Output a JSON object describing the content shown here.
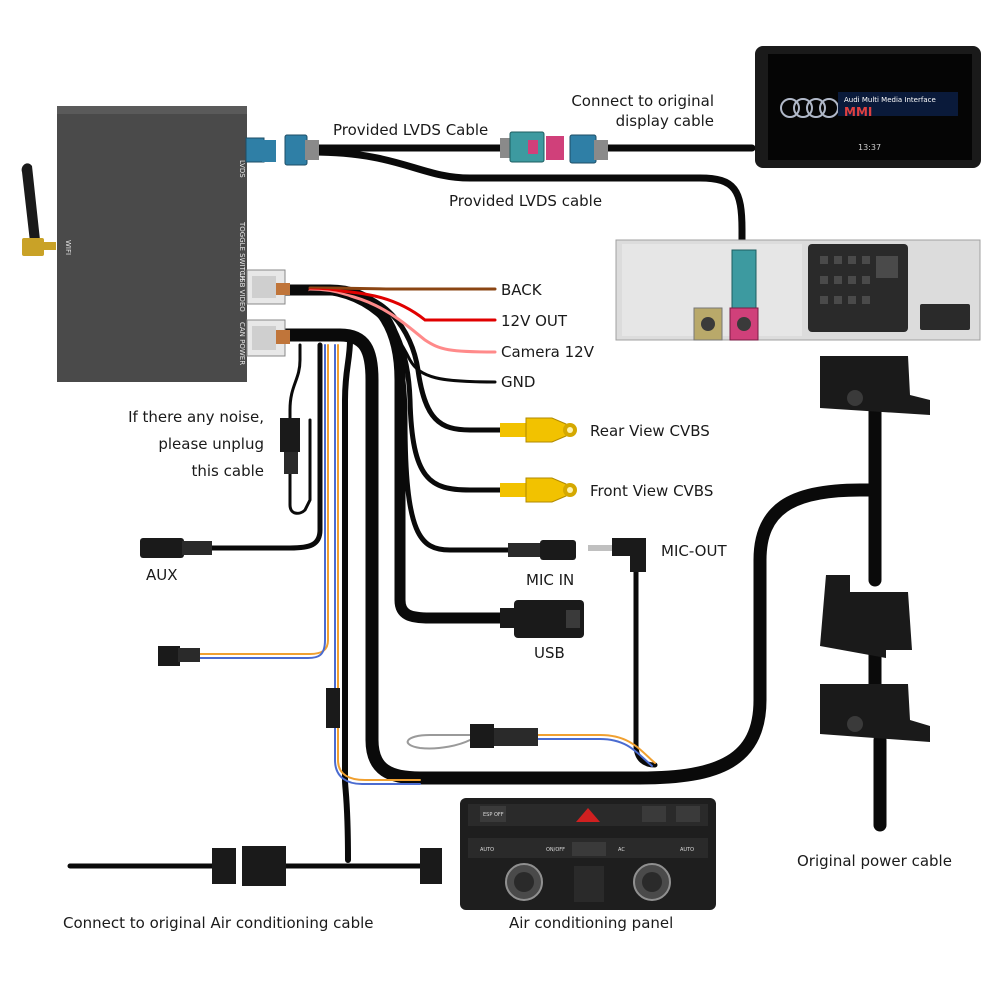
{
  "box": {
    "port_lvds": "LVDS",
    "port_toggle": "TOGGLE SWITCH",
    "port_usb_video": "USB VIDEO",
    "port_can_power": "CAN POWER",
    "port_wifi": "WIFI"
  },
  "screen": {
    "brand_line": "Audi Multi Media Interface",
    "logo_text": "MMI",
    "clock": "13:37"
  },
  "labels": {
    "provided_lvds_cable_1": "Provided LVDS Cable",
    "connect_original_display_line1": "Connect to original",
    "connect_original_display_line2": "display cable",
    "provided_lvds_cable_2": "Provided LVDS cable",
    "back": "BACK",
    "out_12v": "12V OUT",
    "camera_12v": "Camera 12V",
    "gnd": "GND",
    "rear_view_cvbs": "Rear View CVBS",
    "front_view_cvbs": "Front View CVBS",
    "mic_out": "MIC-OUT",
    "mic_in": "MIC IN",
    "usb": "USB",
    "aux": "AUX",
    "noise_line1": "If there any noise,",
    "noise_line2": "please unplug",
    "noise_line3": "this cable",
    "original_power_cable": "Original power cable",
    "connect_air_conditioning": "Connect to original Air conditioning cable",
    "air_conditioning_panel": "Air conditioning panel"
  },
  "panel": {
    "esp_off": "ESP OFF",
    "auto_left": "AUTO",
    "on_off": "ON/OFF",
    "ac": "AC",
    "auto_right": "AUTO"
  },
  "colors": {
    "cable": "#0a0a0a",
    "back_wire": "#8b4513",
    "out_12v_wire": "#e00000",
    "camera_wire": "#ff8a8a",
    "rca_yellow": "#f2c200",
    "fakra_blue": "#2f7fa6",
    "fakra_teal": "#3d9aa0",
    "fakra_pink": "#d0407a",
    "fakra_khaki": "#b9a96a",
    "box": "#4a4a4a"
  }
}
